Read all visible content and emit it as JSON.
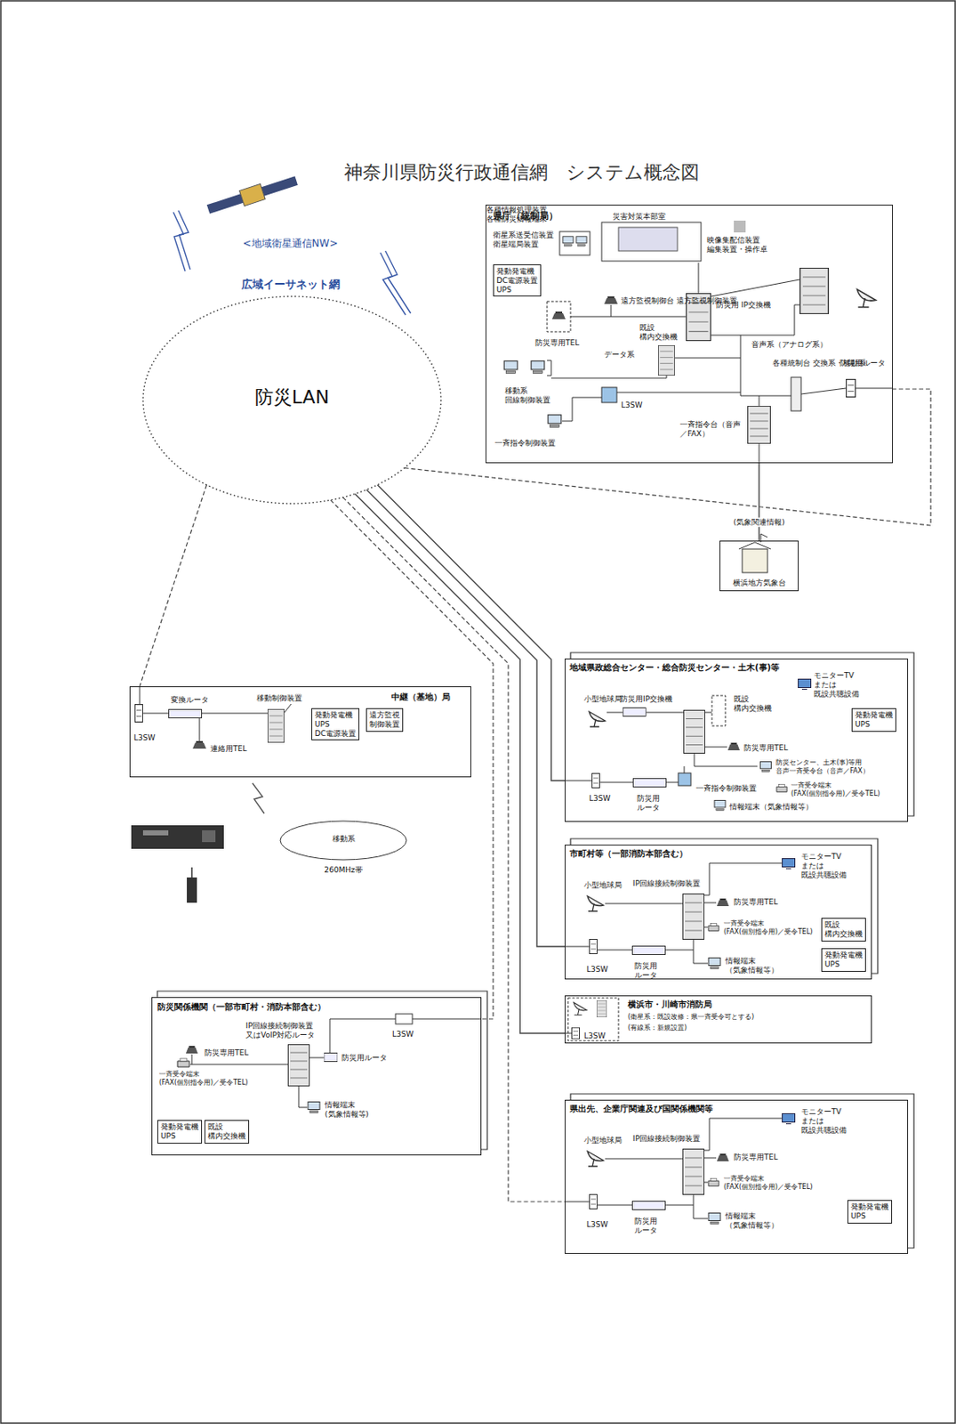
{
  "diagram": {
    "title": "神奈川県防災行政通信網　システム概念図",
    "nodes": [
      {
        "text": [
          "防災LAN"
        ]
      },
      {
        "text": [
          "県庁（統制局）",
          "災害対策本部室",
          "映像集配信装置 編集装置・操作卓",
          "衛星系送受信装置 衛星端局装置",
          "遠方監視制御台 遠方監視制御装置",
          "防災専用TEL",
          "既設 構内交換機",
          "防災用 IP交換機",
          "音声系（アナログ系）",
          "データ系",
          "移動系 回線制御装置",
          "各種統制台 交換系・移動系",
          "防災用ルータ",
          "L3SW",
          "一斉指令制御装置",
          "一斉指令台（音声／FAX）",
          "各種情報処理装置 各種防災情報端末"
        ]
      },
      {
        "text": [
          "発動発電機 DC電源装置 UPS"
        ],
        "in": 1
      },
      {
        "text": [
          "横浜地方気象台"
        ]
      },
      {
        "text": [
          "中継（基地）局",
          "L3SW",
          "変換ルータ",
          "移動制御装置",
          "連絡用TEL"
        ]
      },
      {
        "text": [
          "発動発電機 UPS DC電源装置"
        ],
        "in": 4
      },
      {
        "text": [
          "遠方監視 制御装置"
        ],
        "in": 4
      },
      {
        "text": [
          "移動系",
          "260MHz帯"
        ]
      },
      {
        "text": [
          "地域県政総合センター・総合防災センター・土木(事)等",
          "モニターTV または 既設共聴設備",
          "小型地球局",
          "防災用IP交換機",
          "既設 構内交換機",
          "防災専用TEL",
          "防災センター、土木(事)等用 音声一斉受令台（音声／FAX）",
          "一斉受令端末 (FAX(個別指令用)／受令TEL)",
          "一斉指令制御装置",
          "L3SW",
          "防災用 ルータ",
          "情報端末（気象情報等）"
        ]
      },
      {
        "text": [
          "発動発電機 UPS"
        ],
        "in": 8
      },
      {
        "text": [
          "市町村等（一部消防本部含む）",
          "モニターTV または 既設共聴設備",
          "小型地球局",
          "IP回線接続制御装置",
          "防災専用TEL",
          "一斉受令端末 (FAX(個別指令用)／受令TEL)",
          "L3SW",
          "防災用 ルータ",
          "情報端末 （気象情報等）"
        ]
      },
      {
        "text": [
          "既設 構内交換機"
        ],
        "in": 10
      },
      {
        "text": [
          "発動発電機 UPS"
        ],
        "in": 10
      },
      {
        "text": [
          "横浜市・川崎市消防局",
          "(衛星系：既設改修：県一斉受令可とする)",
          "(有線系：新規設置)",
          "L3SW"
        ]
      },
      {
        "text": [
          "防災関係機関（一部市町村・消防本部含む）",
          "IP回線接続制御装置 又はVoIP対応ルータ",
          "防災専用TEL",
          "L3SW",
          "一斉受令端末 (FAX(個別指令用)／受令TEL)",
          "防災用ルータ",
          "情報端末 (気象情報等)"
        ]
      },
      {
        "text": [
          "発動発電機 UPS"
        ],
        "in": 14
      },
      {
        "text": [
          "既設 構内交換機"
        ],
        "in": 14
      },
      {
        "text": [
          "県出先、企業庁関連及び国関係機関等",
          "モニターTV または 既設共聴設備",
          "小型地球局",
          "IP回線接続制御装置",
          "防災専用TEL",
          "一斉受令端末 (FAX(個別指令用)／受令TEL)",
          "L3SW",
          "防災用 ルータ",
          "情報端末 （気象情報等）"
        ]
      },
      {
        "text": [
          "発動発電機 UPS"
        ],
        "in": 17
      }
    ],
    "edges": [
      {
        "from": 0,
        "to": 1,
        "arrow": "none"
      },
      {
        "from": 1,
        "to": 3,
        "label": "(気象関連情報)",
        "arrow": "none"
      },
      {
        "from": 0,
        "to": 4,
        "arrow": "none"
      },
      {
        "from": 0,
        "to": 8,
        "arrow": "none"
      },
      {
        "from": 0,
        "to": 10,
        "arrow": "none"
      },
      {
        "from": 0,
        "to": 13,
        "arrow": "none"
      },
      {
        "from": 0,
        "to": 14,
        "arrow": "none"
      },
      {
        "from": 0,
        "to": 17,
        "arrow": "none"
      }
    ],
    "labels": [
      "<地域衛星通信NW>",
      "広域イーサネット網"
    ]
  }
}
